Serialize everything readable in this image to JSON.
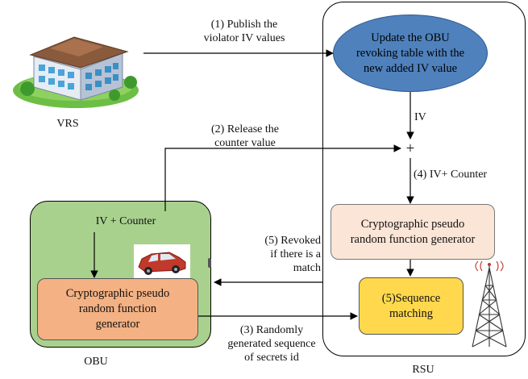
{
  "nodes": {
    "vrs": {
      "label": "VRS"
    },
    "rsu": {
      "label": "RSU"
    },
    "obu": {
      "label": "OBU"
    },
    "update_table": {
      "line1": "Update the OBU",
      "line2": "revoking table with the",
      "line3": "new added IV value"
    },
    "rsu_generator": {
      "line1": "Cryptographic pseudo",
      "line2": "random function generator"
    },
    "sequence_matching": {
      "line1": "(5)Sequence",
      "line2": "matching"
    },
    "obu_generator": {
      "line1": "Cryptographic pseudo",
      "line2": "random function",
      "line3": "generator"
    },
    "obu_input": {
      "label": "IV + Counter"
    },
    "junction": {
      "label": "+"
    }
  },
  "edges": {
    "publish": {
      "line1": "(1) Publish the",
      "line2": "violator IV values"
    },
    "iv": {
      "label": "IV"
    },
    "release": {
      "line1": "(2) Release the",
      "line2": "counter value"
    },
    "iv_counter": {
      "label": "(4) IV+ Counter"
    },
    "revoked": {
      "line1": "(5) Revoked",
      "line2": "if there is a",
      "line3": "match"
    },
    "random_seq": {
      "line1": "(3) Randomly",
      "line2": "generated sequence",
      "line3": "of secrets id"
    }
  },
  "colors": {
    "ellipse_fill": "#4f81bd",
    "rsu_gen_fill": "#fbe5d6",
    "match_fill": "#ffd84d",
    "obu_fill": "#a9d18e",
    "obu_gen_fill": "#f4b183",
    "line": "#000000"
  },
  "icons": {
    "vrs": "building-icon",
    "car": "car-icon",
    "tower": "radio-tower-icon"
  }
}
